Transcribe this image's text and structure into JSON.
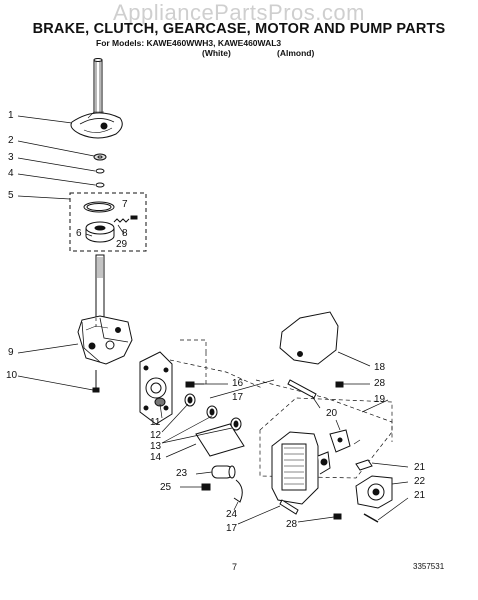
{
  "watermark": "AppliancePartsPros.com",
  "title": "BRAKE, CLUTCH, GEARCASE, MOTOR AND PUMP PARTS",
  "models_line": "For Models: KAWE460WWH3, KAWE460WAL3",
  "color_white": "(White)",
  "color_almond": "(Almond)",
  "page_number": "7",
  "doc_number": "3357531",
  "callouts": [
    "1",
    "2",
    "3",
    "4",
    "5",
    "7",
    "6",
    "8",
    "29",
    "9",
    "10",
    "11",
    "12",
    "13",
    "14",
    "16",
    "17",
    "18",
    "28",
    "19",
    "20",
    "21",
    "22",
    "21",
    "23",
    "25",
    "24",
    "17",
    "28"
  ]
}
